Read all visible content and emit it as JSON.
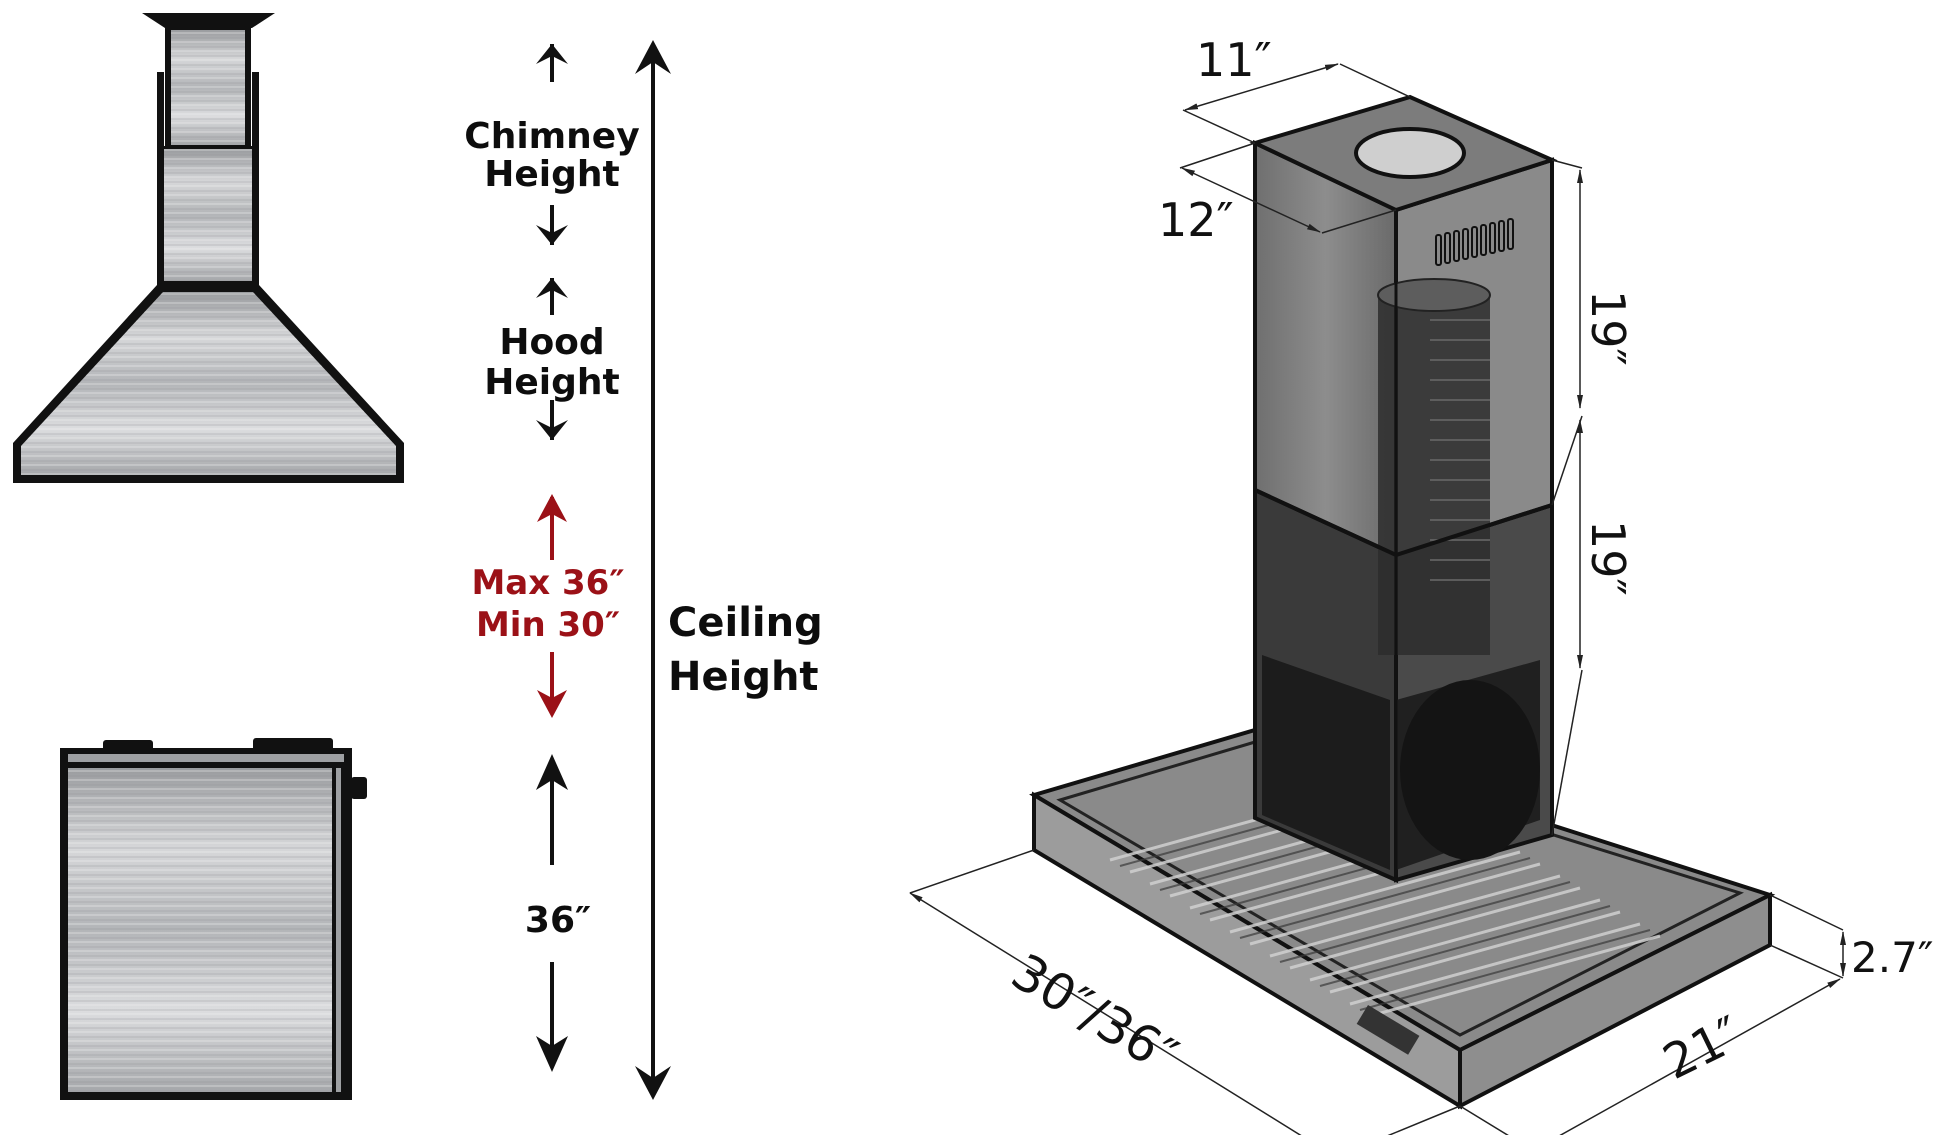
{
  "left_panel": {
    "labels": {
      "chimney_line1": "Chimney",
      "chimney_line2": "Height",
      "hood_line1": "Hood",
      "hood_line2": "Height",
      "clearance_max": "Max 36″",
      "clearance_min": "Min 30″",
      "counter_height": "36″",
      "ceiling_line1": "Ceiling",
      "ceiling_line2": "Height"
    },
    "colors": {
      "clearance_red": "#9b1117",
      "text": "#0d0d0d",
      "steel_light": "#d9dadc",
      "steel_dark": "#8f9194"
    }
  },
  "right_panel": {
    "dimensions": {
      "chimney_width": "11″",
      "chimney_depth": "12″",
      "upper_chimney_height": "19″",
      "lower_chimney_height": "19″",
      "canopy_width": "30″/36″",
      "canopy_depth": "21″",
      "canopy_thickness": "2.7″"
    }
  }
}
